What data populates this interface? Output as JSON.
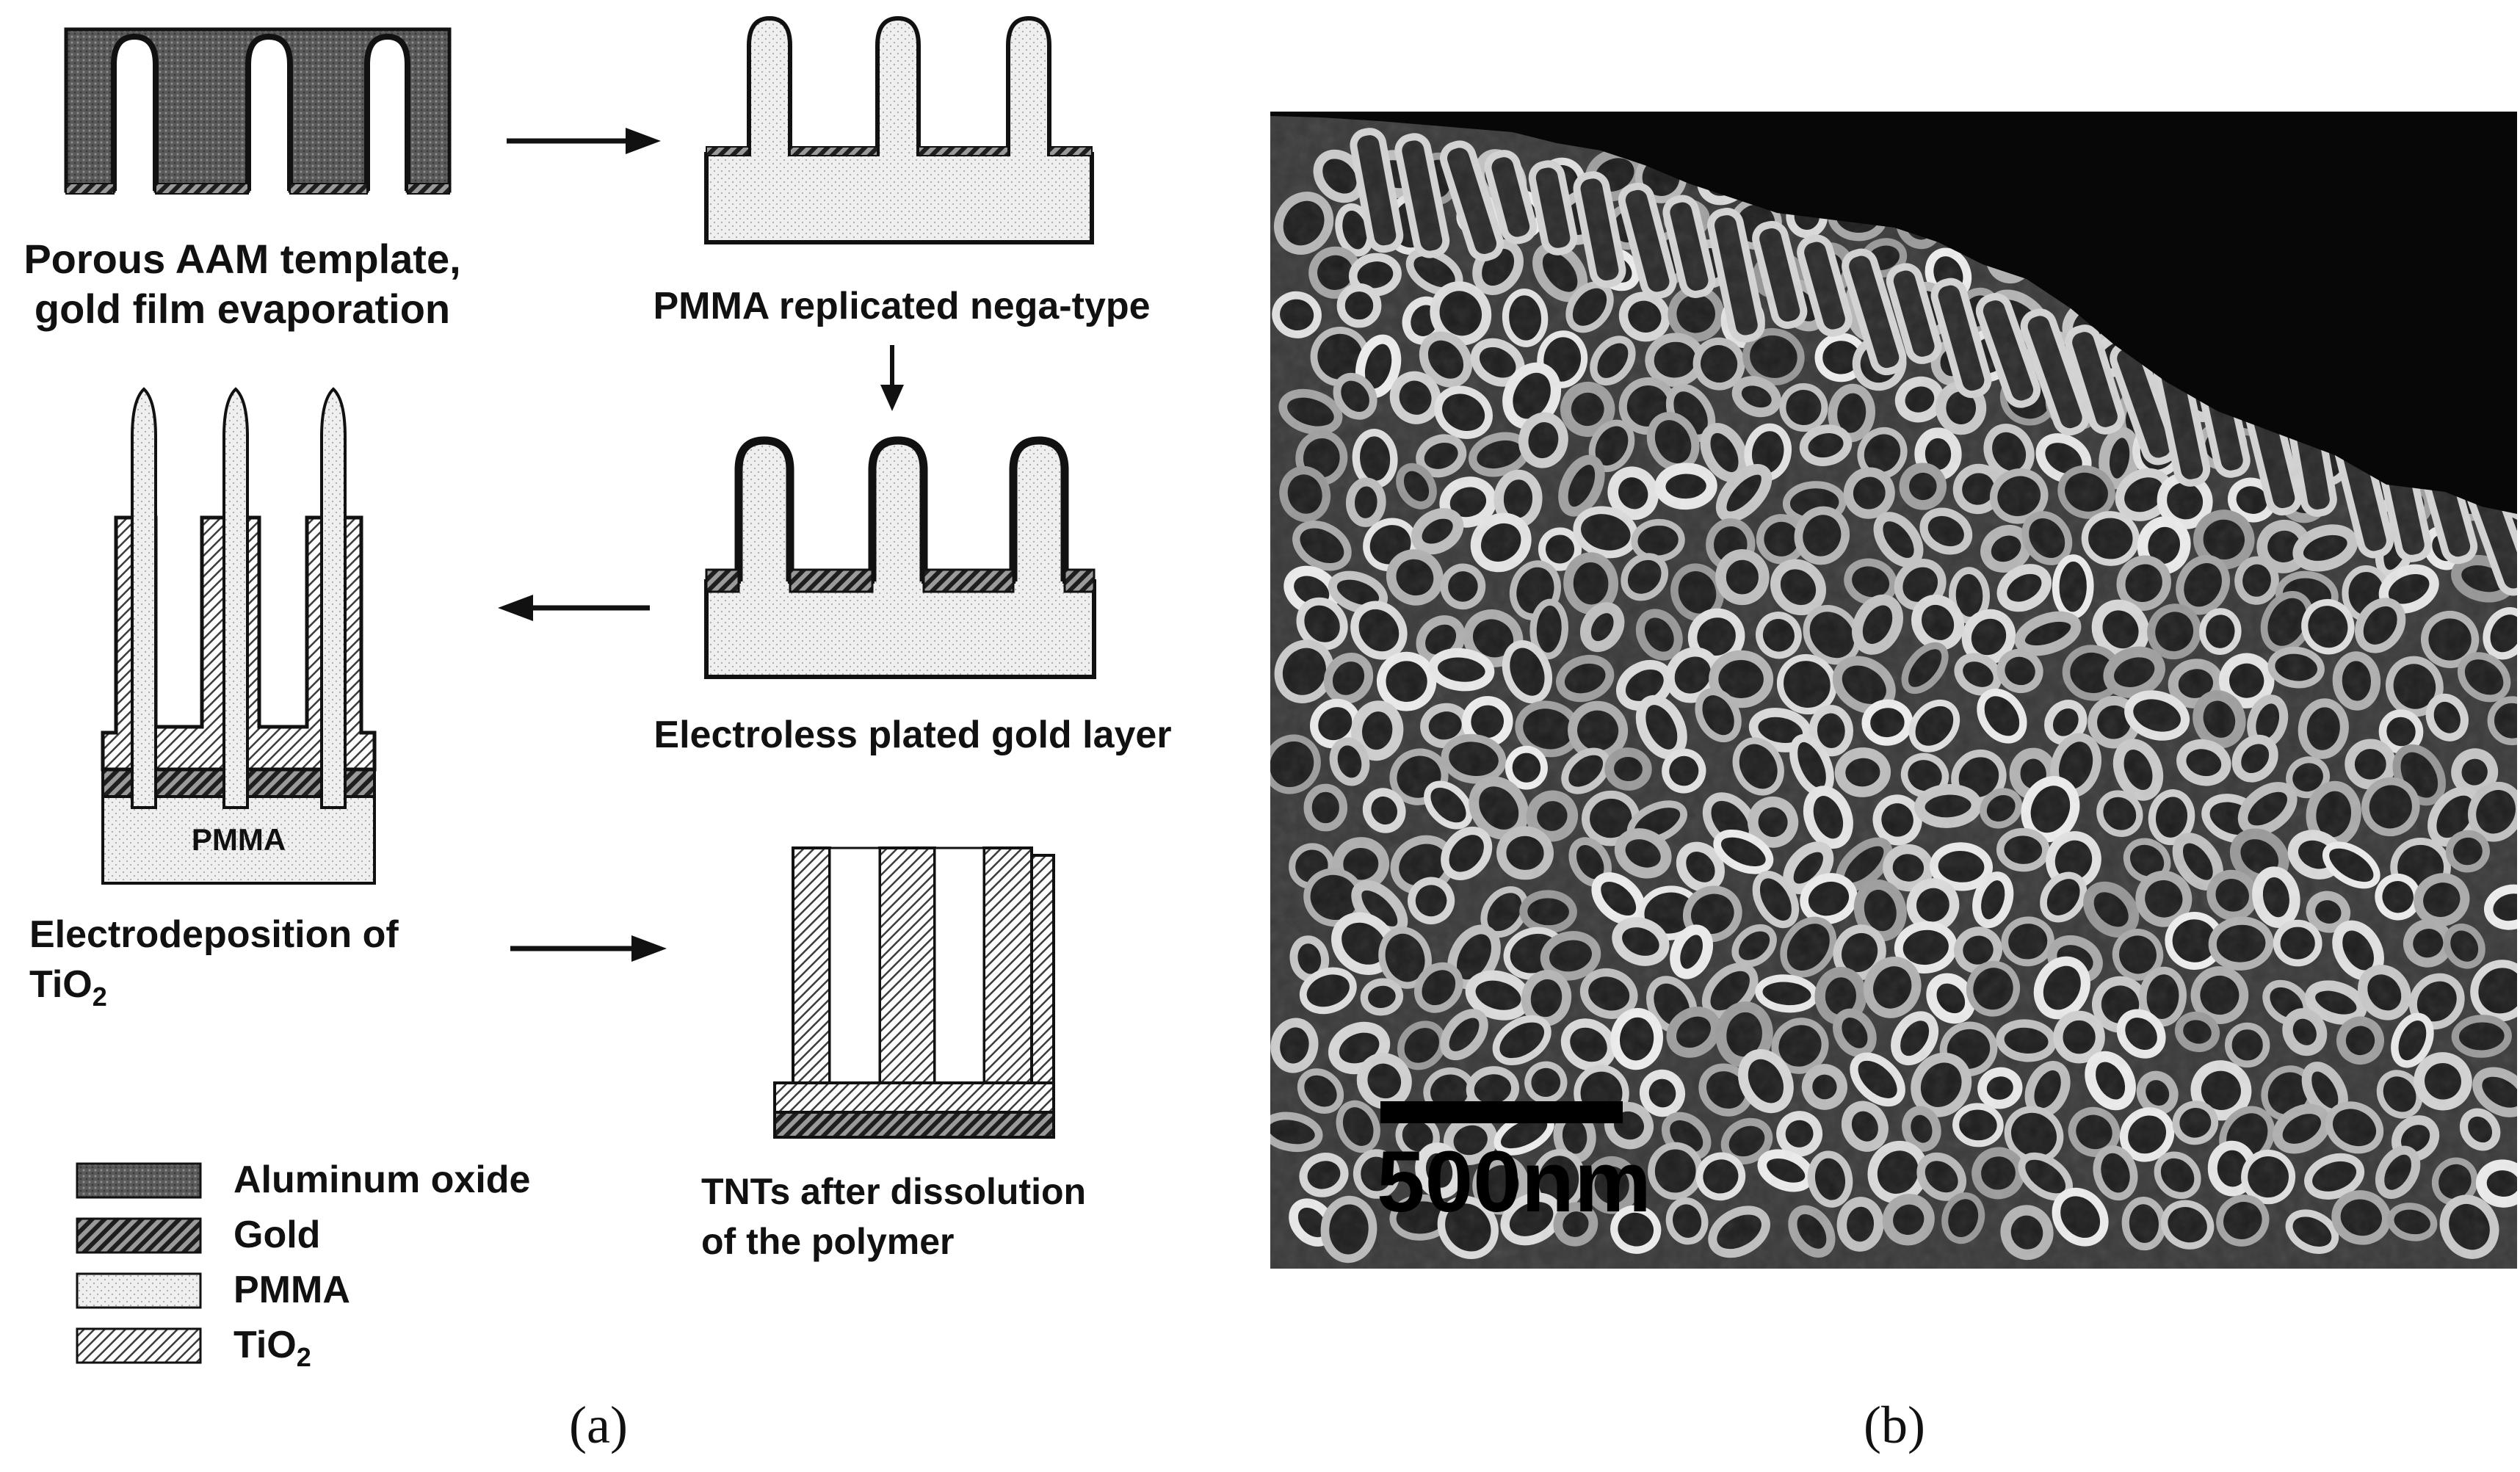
{
  "colors": {
    "aluminum_oxide": "#5e5e5e",
    "gold": "#2a2a2a",
    "pmma": "#ececec",
    "tio2": "#d0d0d0",
    "outline": "#111111",
    "sem_background": "#3a3a3a",
    "sem_highlight": "#d6d6d6"
  },
  "diagram": {
    "step1_caption_line1": "Porous AAM template,",
    "step1_caption_line2": "gold film evaporation",
    "step2_caption": "PMMA replicated nega-type",
    "step3_caption": "Electroless plated gold layer",
    "step4_caption_line1": "Electrodeposition of",
    "step4_caption_line2_main": "TiO",
    "step4_caption_line2_sub": "2",
    "step4_block_label": "PMMA",
    "step5_caption_line1": "TNTs after dissolution",
    "step5_caption_line2": "of the polymer"
  },
  "legend": {
    "items": [
      {
        "label": "Aluminum oxide",
        "sub": "",
        "pattern": "aluminum_oxide"
      },
      {
        "label": "Gold",
        "sub": "",
        "pattern": "gold"
      },
      {
        "label": "PMMA",
        "sub": "",
        "pattern": "pmma"
      },
      {
        "label": "TiO",
        "sub": "2",
        "pattern": "tio2"
      }
    ]
  },
  "sem": {
    "scale_bar_label": "500nm"
  },
  "panels": {
    "a_label": "(a)",
    "b_label": "(b)"
  }
}
